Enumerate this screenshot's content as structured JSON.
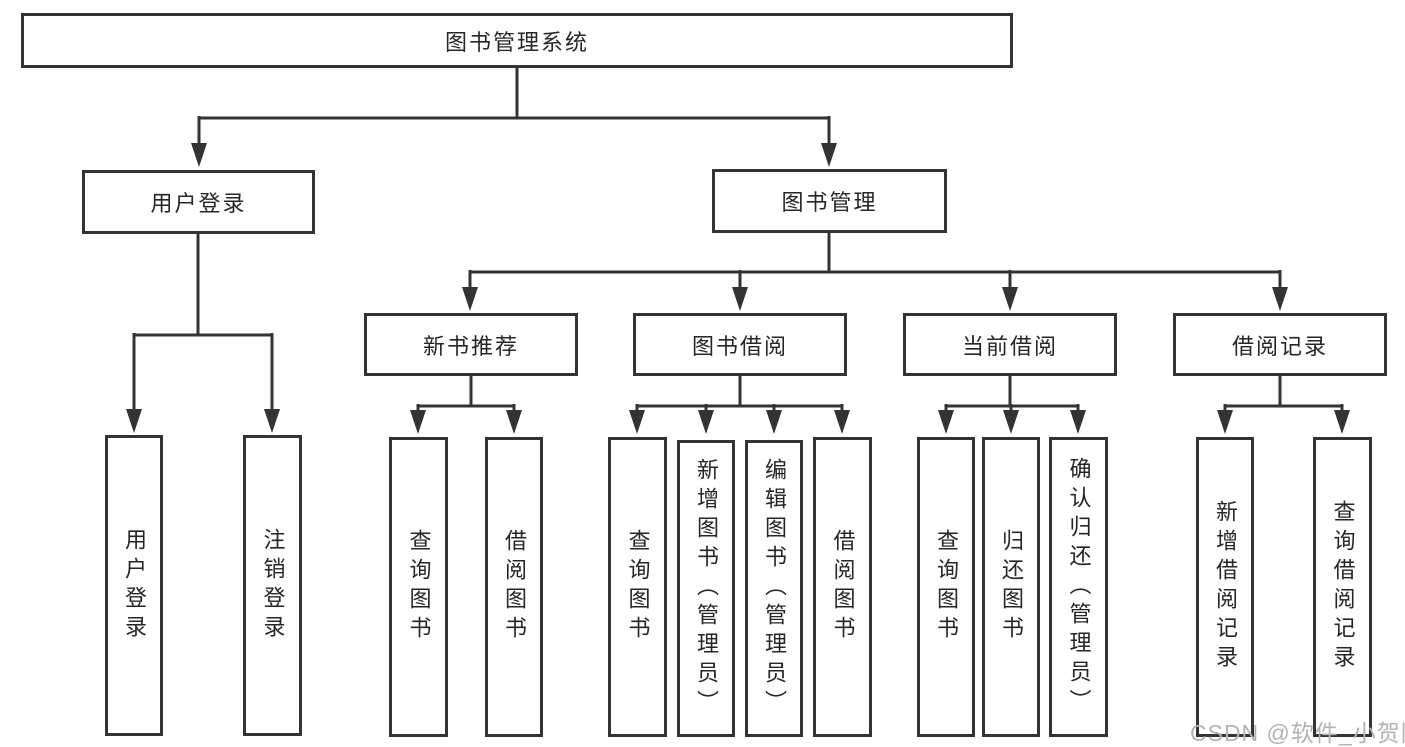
{
  "diagram": {
    "title": "图书管理系统",
    "level2": {
      "user_login": "用户登录",
      "book_mgmt": "图书管理"
    },
    "level3": {
      "new_books": "新书推荐",
      "borrow": "图书借阅",
      "current": "当前借阅",
      "records": "借阅记录"
    },
    "leaves": {
      "user_login_1": "用户登录",
      "user_login_2": "注销登录",
      "new_books_1": "查询图书",
      "new_books_2": "借阅图书",
      "borrow_1": "查询图书",
      "borrow_2": "新增图书（管理员）",
      "borrow_3": "编辑图书（管理员）",
      "borrow_4": "借阅图书",
      "current_1": "查询图书",
      "current_2": "归还图书",
      "current_3": "确认归还（管理员）",
      "records_1": "新增借阅记录",
      "records_2": "查询借阅记录"
    },
    "watermark": "CSDN @软件_小贺同学",
    "colors": {
      "line": "#333333",
      "text": "#262626",
      "watermark": "#b3b3b3",
      "background": "#ffffff"
    }
  }
}
